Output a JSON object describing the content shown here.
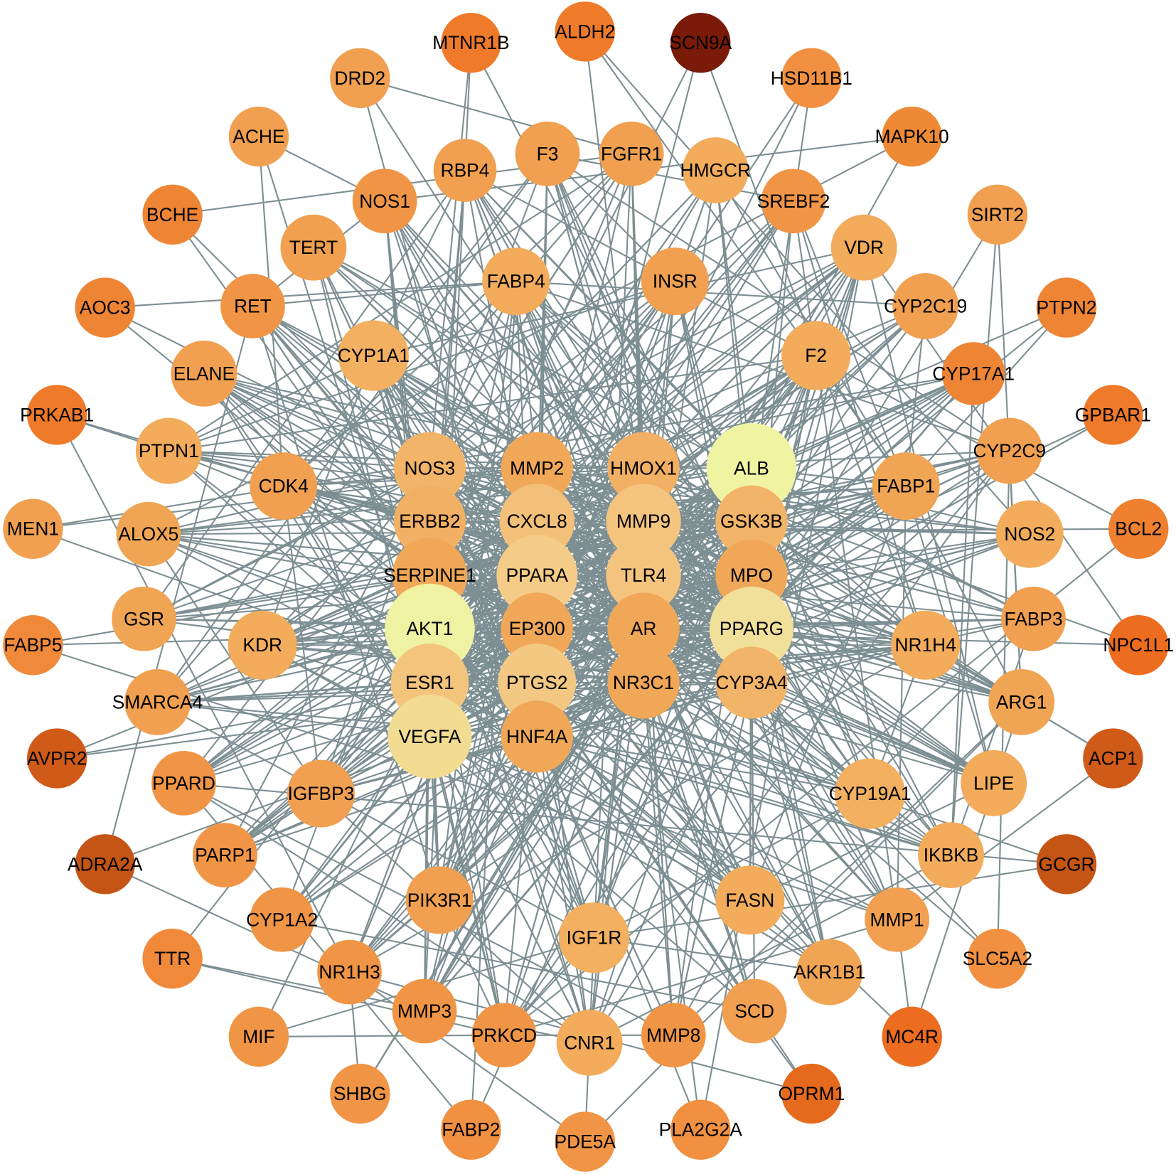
{
  "network": {
    "edge_color": "#7d8f93",
    "nodes": [
      {
        "label": "MTNR1B",
        "color": "#ee7a2a"
      },
      {
        "label": "ALDH2",
        "color": "#ee7a2a"
      },
      {
        "label": "SCN9A",
        "color": "#7a1a08"
      },
      {
        "label": "HSD11B1",
        "color": "#f09040"
      },
      {
        "label": "MAPK10",
        "color": "#ee8a35"
      },
      {
        "label": "SIRT2",
        "color": "#f0a050"
      },
      {
        "label": "PTPN2",
        "color": "#ee8535"
      },
      {
        "label": "GPBAR1",
        "color": "#ee7a2a"
      },
      {
        "label": "BCL2",
        "color": "#ee8030"
      },
      {
        "label": "NPC1L1",
        "color": "#ec6c20"
      },
      {
        "label": "ACP1",
        "color": "#d05a18"
      },
      {
        "label": "GCGR",
        "color": "#c45514"
      },
      {
        "label": "SLC5A2",
        "color": "#f09040"
      },
      {
        "label": "MC4R",
        "color": "#ec6c20"
      },
      {
        "label": "OPRM1",
        "color": "#e66a1e"
      },
      {
        "label": "PLA2G2A",
        "color": "#f09040"
      },
      {
        "label": "PDE5A",
        "color": "#f09545"
      },
      {
        "label": "FABP2",
        "color": "#f09040"
      },
      {
        "label": "SHBG",
        "color": "#f09545"
      },
      {
        "label": "MIF",
        "color": "#f09545"
      },
      {
        "label": "TTR",
        "color": "#f08a3a"
      },
      {
        "label": "ADRA2A",
        "color": "#c45514"
      },
      {
        "label": "AVPR2",
        "color": "#d05a18"
      },
      {
        "label": "FABP5",
        "color": "#f08a3a"
      },
      {
        "label": "MEN1",
        "color": "#f0a050"
      },
      {
        "label": "PRKAB1",
        "color": "#ee7a2a"
      },
      {
        "label": "AOC3",
        "color": "#ee8535"
      },
      {
        "label": "BCHE",
        "color": "#ee8535"
      },
      {
        "label": "ACHE",
        "color": "#f0a050"
      },
      {
        "label": "DRD2",
        "color": "#f0a050"
      },
      {
        "label": "RBP4",
        "color": "#f0a050"
      },
      {
        "label": "F3",
        "color": "#f0a050"
      },
      {
        "label": "FGFR1",
        "color": "#f0a050"
      },
      {
        "label": "HMGCR",
        "color": "#f2ac5c"
      },
      {
        "label": "SREBF2",
        "color": "#f09545"
      },
      {
        "label": "VDR",
        "color": "#f2ac5c"
      },
      {
        "label": "CYP2C19",
        "color": "#f0a050"
      },
      {
        "label": "CYP17A1",
        "color": "#ee8535"
      },
      {
        "label": "CYP2C9",
        "color": "#f0a050"
      },
      {
        "label": "NOS2",
        "color": "#f2ac5c"
      },
      {
        "label": "FABP3",
        "color": "#f0a050"
      },
      {
        "label": "ARG1",
        "color": "#f0a555"
      },
      {
        "label": "LIPE",
        "color": "#f2ac5c"
      },
      {
        "label": "IKBKB",
        "color": "#f2ac5c"
      },
      {
        "label": "MMP1",
        "color": "#f0a050"
      },
      {
        "label": "AKR1B1",
        "color": "#f0a555"
      },
      {
        "label": "SCD",
        "color": "#f0a050"
      },
      {
        "label": "MMP8",
        "color": "#f09545"
      },
      {
        "label": "CNR1",
        "color": "#f2ac5c"
      },
      {
        "label": "PRKCD",
        "color": "#f09545"
      },
      {
        "label": "MMP3",
        "color": "#f09545"
      },
      {
        "label": "NR1H3",
        "color": "#f09545"
      },
      {
        "label": "CYP1A2",
        "color": "#f09545"
      },
      {
        "label": "PARP1",
        "color": "#f09545"
      },
      {
        "label": "PPARD",
        "color": "#f09545"
      },
      {
        "label": "SMARCA4",
        "color": "#f0a050"
      },
      {
        "label": "GSR",
        "color": "#f0a555"
      },
      {
        "label": "ALOX5",
        "color": "#f0a555"
      },
      {
        "label": "PTPN1",
        "color": "#f2ac5c"
      },
      {
        "label": "ELANE",
        "color": "#f0a050"
      },
      {
        "label": "RET",
        "color": "#f09545"
      },
      {
        "label": "TERT",
        "color": "#f0a050"
      },
      {
        "label": "NOS1",
        "color": "#f09545"
      },
      {
        "label": "FABP4",
        "color": "#f2ac5c"
      },
      {
        "label": "INSR",
        "color": "#f0a050"
      },
      {
        "label": "F2",
        "color": "#f2ac5c"
      },
      {
        "label": "FABP1",
        "color": "#f0a555"
      },
      {
        "label": "NR1H4",
        "color": "#f2ac5c"
      },
      {
        "label": "CYP19A1",
        "color": "#f2b060"
      },
      {
        "label": "FASN",
        "color": "#f2ac5c"
      },
      {
        "label": "IGF1R",
        "color": "#f2b060"
      },
      {
        "label": "PIK3R1",
        "color": "#f0a050"
      },
      {
        "label": "IGFBP3",
        "color": "#f0a050"
      },
      {
        "label": "KDR",
        "color": "#f2ac5c"
      },
      {
        "label": "CDK4",
        "color": "#f0a050"
      },
      {
        "label": "CYP1A1",
        "color": "#f2b060"
      },
      {
        "label": "NOS3",
        "color": "#f2b468"
      },
      {
        "label": "ERBB2",
        "color": "#f2b064"
      },
      {
        "label": "SERPINE1",
        "color": "#f0a858"
      },
      {
        "label": "AKT1",
        "color": "#eef2a2"
      },
      {
        "label": "ESR1",
        "color": "#f3c47c"
      },
      {
        "label": "VEGFA",
        "color": "#f1dc92"
      },
      {
        "label": "MMP2",
        "color": "#f0a858"
      },
      {
        "label": "CXCL8",
        "color": "#f3c07a"
      },
      {
        "label": "PPARA",
        "color": "#f4cc88"
      },
      {
        "label": "EP300",
        "color": "#f0a858"
      },
      {
        "label": "PTGS2",
        "color": "#f3c882"
      },
      {
        "label": "HNF4A",
        "color": "#f0a858"
      },
      {
        "label": "HMOX1",
        "color": "#f2b064"
      },
      {
        "label": "MMP9",
        "color": "#f4c47e"
      },
      {
        "label": "TLR4",
        "color": "#f4c47e"
      },
      {
        "label": "AR",
        "color": "#f0a858"
      },
      {
        "label": "NR3C1",
        "color": "#f0a858"
      },
      {
        "label": "ALB",
        "color": "#f0f4a2"
      },
      {
        "label": "GSK3B",
        "color": "#f2b468"
      },
      {
        "label": "MPO",
        "color": "#f0a858"
      },
      {
        "label": "PPARG",
        "color": "#f1e09a"
      },
      {
        "label": "CYP3A4",
        "color": "#f2b468"
      }
    ]
  }
}
